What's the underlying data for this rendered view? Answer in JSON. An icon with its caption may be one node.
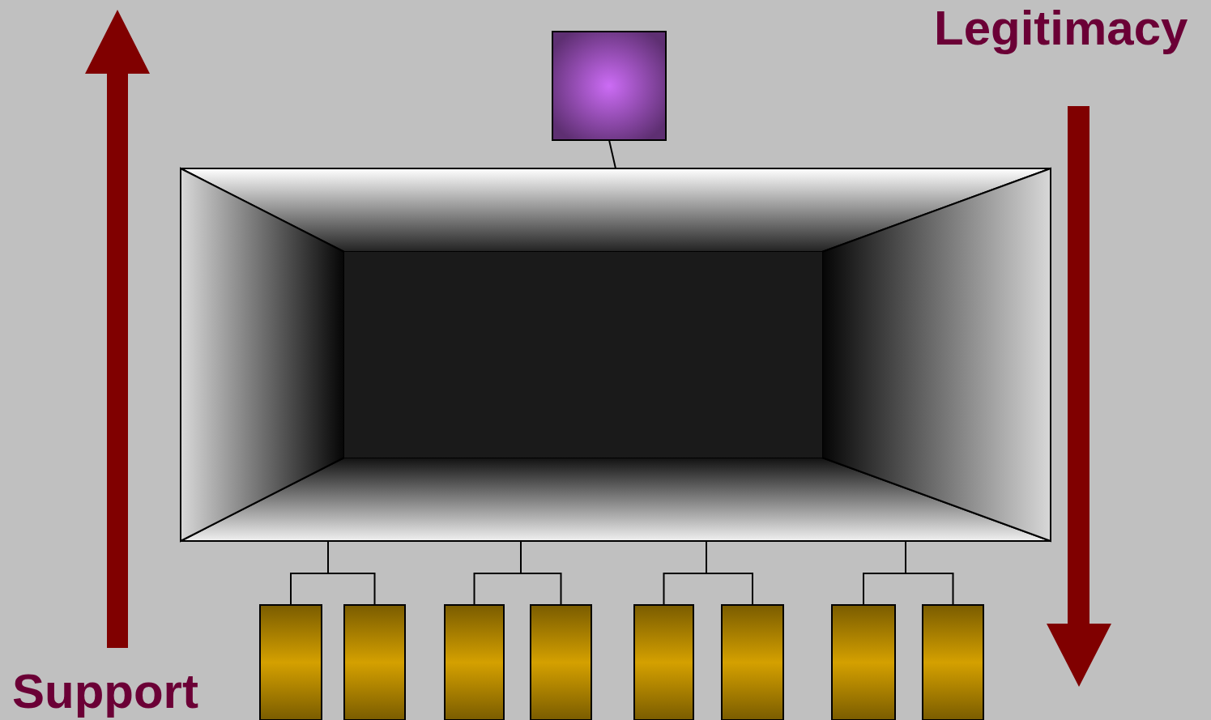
{
  "diagram": {
    "nodes": [
      {
        "text": [],
        "shape": "box"
      },
      {
        "text": [],
        "shape": "box"
      },
      {
        "text": [],
        "shape": "bar"
      },
      {
        "text": [],
        "shape": "bar"
      },
      {
        "text": [],
        "shape": "bar"
      },
      {
        "text": [],
        "shape": "bar"
      },
      {
        "text": [],
        "shape": "bar"
      },
      {
        "text": [],
        "shape": "bar"
      },
      {
        "text": [],
        "shape": "bar"
      },
      {
        "text": [],
        "shape": "bar"
      }
    ],
    "edges": [
      {
        "from": 0,
        "to": 1,
        "arrow": "none"
      },
      {
        "from": 1,
        "to": 2,
        "arrow": "none"
      },
      {
        "from": 1,
        "to": 3,
        "arrow": "none"
      },
      {
        "from": 1,
        "to": 4,
        "arrow": "none"
      },
      {
        "from": 1,
        "to": 5,
        "arrow": "none"
      },
      {
        "from": 1,
        "to": 6,
        "arrow": "none"
      },
      {
        "from": 1,
        "to": 7,
        "arrow": "none"
      },
      {
        "from": 1,
        "to": 8,
        "arrow": "none"
      },
      {
        "from": 1,
        "to": 9,
        "arrow": "none"
      }
    ],
    "labels": [
      "Legitimacy",
      "Support"
    ]
  }
}
